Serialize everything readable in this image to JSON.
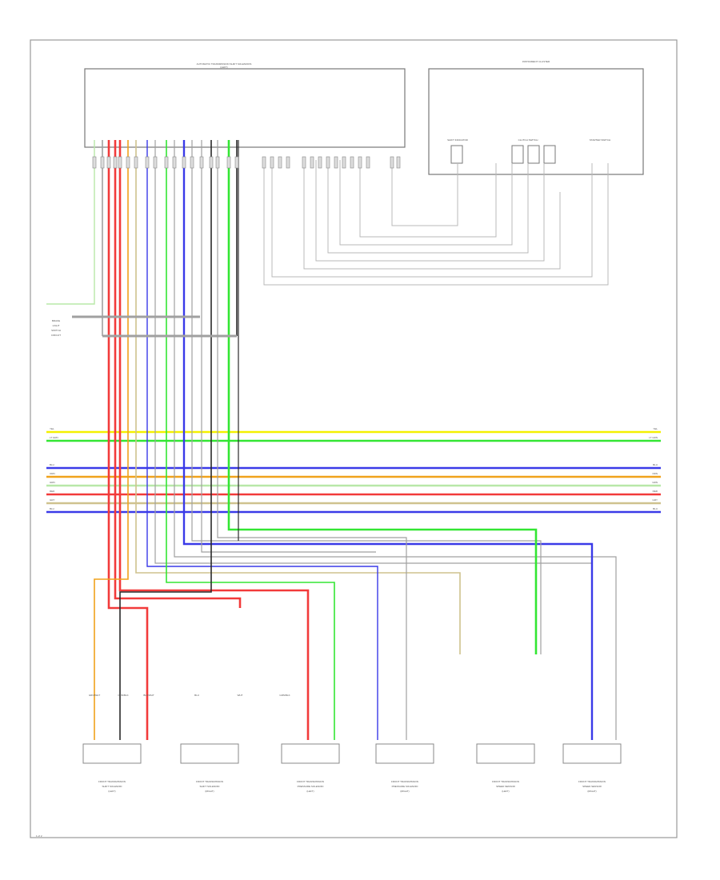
{
  "page_id": "1 of 2",
  "module_title": "AUTOMATIC TRANSMISSION SHIFT SOLENOIDS",
  "module_subtitle": "(LEFT)",
  "right_box_title": "INSTRUMENT CLUSTER",
  "right_box_labels": [
    "SHIFT INDICATOR",
    "CLUTCH SWITCH",
    "STARTER SWITCH"
  ],
  "left_side_labels": [
    "BRAKE",
    "LIGHT",
    "SWITCH",
    "CIRCUIT"
  ],
  "colors": {
    "yellow": "#f4f000",
    "green": "#33e633",
    "blue": "#3a3ae8",
    "orange": "#f0a21c",
    "light_green": "#b8e8a8",
    "red": "#f23a3a",
    "tan": "#cfc28e",
    "gray": "#a0a0a0",
    "black": "#2a2a2a",
    "frame": "#9a9a9a"
  },
  "bus_labels": [
    "YEL",
    "LT GRN",
    "BLU",
    "ORN",
    "GRN",
    "RED",
    "GRY",
    "BLU"
  ],
  "harness_labels": [
    "GRN/WHT",
    "ORN/BLK",
    "BLK/WHT",
    "BLU",
    "WHT",
    "GRN/BLK"
  ],
  "bottom_components": [
    [
      "FRONT TRANSMISSION",
      "SHIFT SOLENOID",
      "(LEFT)"
    ],
    [
      "FRONT TRANSMISSION",
      "SHIFT SOLENOID",
      "(RIGHT)"
    ],
    [
      "FRONT TRANSMISSION",
      "PRESSURE SOLENOID",
      "(LEFT)"
    ],
    [
      "FRONT TRANSMISSION",
      "PRESSURE SOLENOID",
      "(RIGHT)"
    ],
    [
      "FRONT TRANSMISSION",
      "SPEED SENSOR",
      "(LEFT)"
    ],
    [
      "FRONT TRANSMISSION",
      "SPEED SENSOR",
      "(RIGHT)"
    ]
  ]
}
